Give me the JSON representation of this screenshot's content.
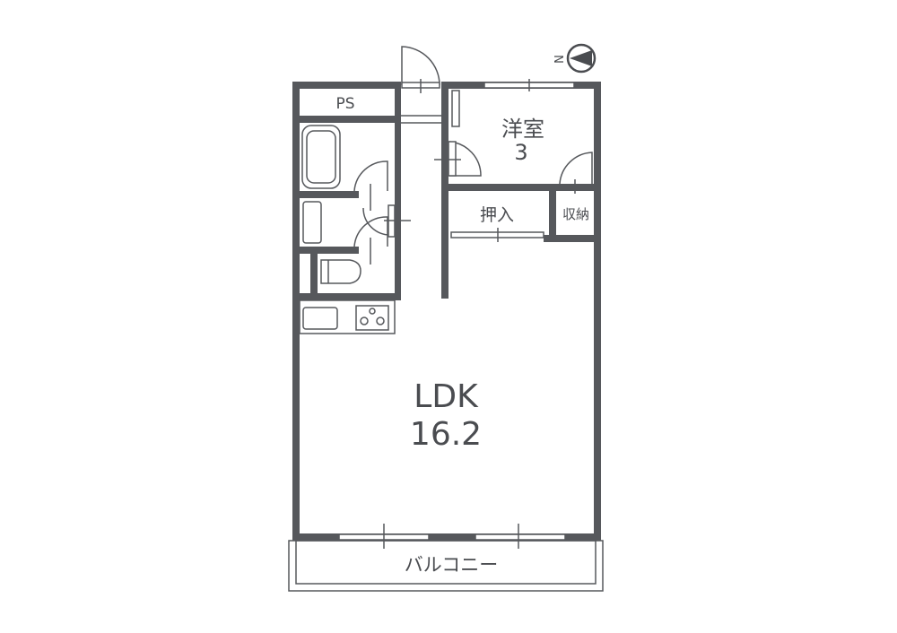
{
  "plan": {
    "compass": "N",
    "rooms": {
      "ps": "PS",
      "western_room": "洋室",
      "western_room_size": "3",
      "closet": "押入",
      "storage": "収納",
      "ldk": "LDK",
      "ldk_size": "16.2",
      "balcony": "バルコニー"
    }
  }
}
